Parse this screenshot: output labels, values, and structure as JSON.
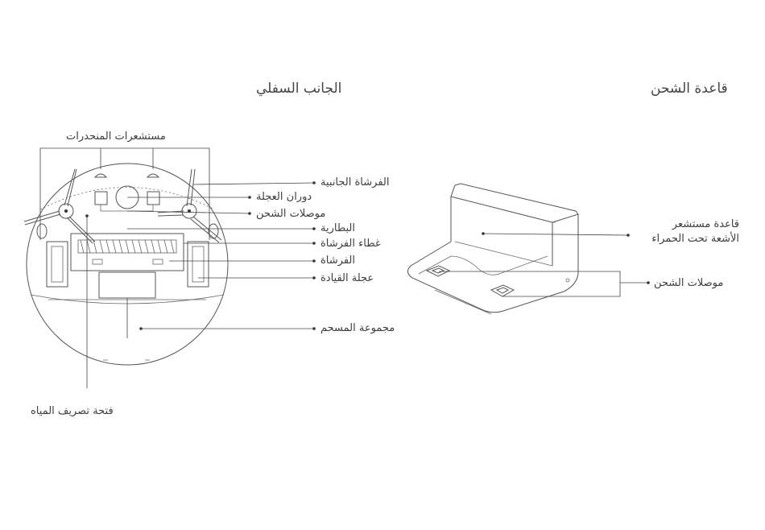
{
  "headings": {
    "bottom_side": "الجانب السفلي",
    "charging_dock": "قاعدة الشحن"
  },
  "robot_labels": {
    "cliff_sensors": "مستشعرات المنحدرات",
    "side_brush": "الفرشاة الجانبية",
    "swivel_wheel": "دوران العجلة",
    "charging_contacts": "موصلات الشحن",
    "battery": "البطارية",
    "brush_cover": "غطاء الفرشاة",
    "main_brush": "الفرشاة",
    "drive_wheel": "عجلة القيادة",
    "dustbin": "مجموعة المسحم",
    "water_drain": "فتحة تصريف المياه"
  },
  "dock_labels": {
    "ir_sensor_line1": "قاعدة مستشعر",
    "ir_sensor_line2": "الأشعة تحت الحمراء",
    "charging_contacts": "موصلات الشحن"
  }
}
